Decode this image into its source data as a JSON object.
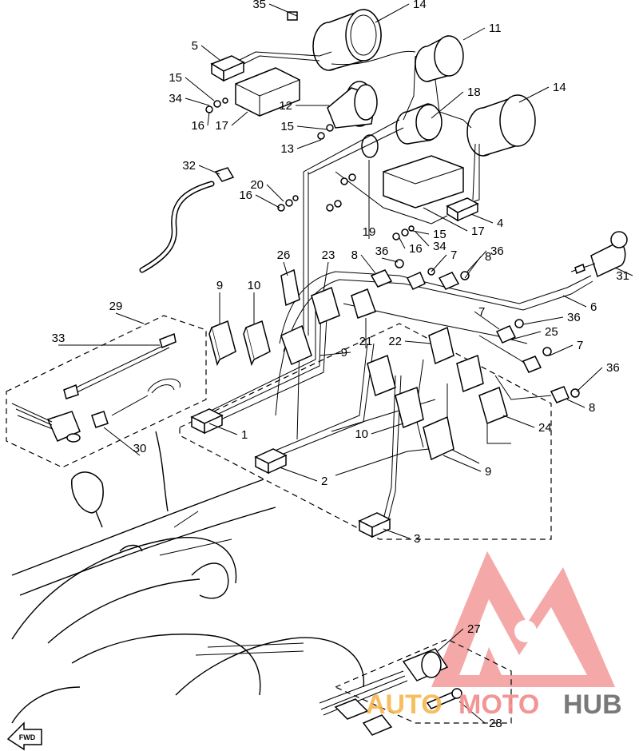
{
  "callouts": [
    {
      "id": "c35a",
      "text": "35"
    },
    {
      "id": "c14a",
      "text": "14"
    },
    {
      "id": "c11",
      "text": "11"
    },
    {
      "id": "c5",
      "text": "5"
    },
    {
      "id": "c15a",
      "text": "15"
    },
    {
      "id": "c34a",
      "text": "34"
    },
    {
      "id": "c16a",
      "text": "16"
    },
    {
      "id": "c17a",
      "text": "17"
    },
    {
      "id": "c12",
      "text": "12"
    },
    {
      "id": "c18",
      "text": "18"
    },
    {
      "id": "c14b",
      "text": "14"
    },
    {
      "id": "c15b",
      "text": "15"
    },
    {
      "id": "c13",
      "text": "13"
    },
    {
      "id": "c32",
      "text": "32"
    },
    {
      "id": "c20",
      "text": "20"
    },
    {
      "id": "c16b",
      "text": "16"
    },
    {
      "id": "c19",
      "text": "19"
    },
    {
      "id": "c17b",
      "text": "17"
    },
    {
      "id": "c4",
      "text": "4"
    },
    {
      "id": "c15c",
      "text": "15"
    },
    {
      "id": "c16c",
      "text": "16"
    },
    {
      "id": "c34b",
      "text": "34"
    },
    {
      "id": "c31",
      "text": "31"
    },
    {
      "id": "c26",
      "text": "26"
    },
    {
      "id": "c23",
      "text": "23"
    },
    {
      "id": "c8a",
      "text": "8"
    },
    {
      "id": "c36a",
      "text": "36"
    },
    {
      "id": "c7a",
      "text": "7"
    },
    {
      "id": "c36b",
      "text": "36"
    },
    {
      "id": "c8b",
      "text": "8"
    },
    {
      "id": "c9a",
      "text": "9"
    },
    {
      "id": "c10a",
      "text": "10"
    },
    {
      "id": "c6",
      "text": "6"
    },
    {
      "id": "c29",
      "text": "29"
    },
    {
      "id": "c7b",
      "text": "7"
    },
    {
      "id": "c36c",
      "text": "36"
    },
    {
      "id": "c33",
      "text": "33"
    },
    {
      "id": "c25",
      "text": "25"
    },
    {
      "id": "c21",
      "text": "21"
    },
    {
      "id": "c22",
      "text": "22"
    },
    {
      "id": "c7c",
      "text": "7"
    },
    {
      "id": "c9b",
      "text": "9"
    },
    {
      "id": "c36d",
      "text": "36"
    },
    {
      "id": "c8c",
      "text": "8"
    },
    {
      "id": "c24",
      "text": "24"
    },
    {
      "id": "c10b",
      "text": "10"
    },
    {
      "id": "c1",
      "text": "1"
    },
    {
      "id": "c30",
      "text": "30"
    },
    {
      "id": "c2",
      "text": "2"
    },
    {
      "id": "c9c",
      "text": "9"
    },
    {
      "id": "c3",
      "text": "3"
    },
    {
      "id": "c27",
      "text": "27"
    },
    {
      "id": "c28",
      "text": "28"
    }
  ],
  "fwd_label": "FWD",
  "watermark": {
    "part1": "AUTO",
    "part2": "MOTO",
    "part3": "HUB",
    "color_auto": "#f5b342",
    "color_moto": "#f08a8a",
    "color_hub": "#6b6b6b",
    "color_logo": "#f28b8b"
  }
}
